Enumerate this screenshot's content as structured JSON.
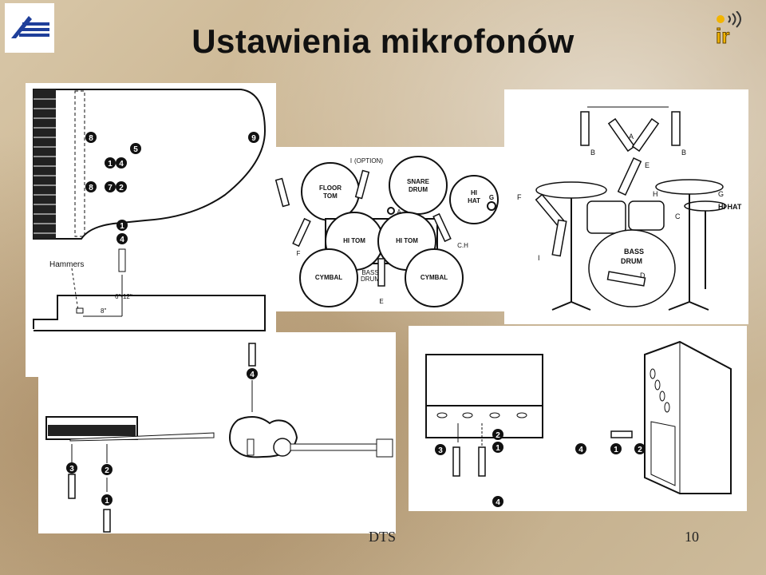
{
  "slide": {
    "title": "Ustawienia mikrofonów",
    "footer_left": "DTS",
    "page_number": "10"
  },
  "piano": {
    "hammers_label": "Hammers",
    "distance_label": "6\"-12\"",
    "depth_label": "8\"",
    "markers": [
      "8",
      "5",
      "1",
      "4",
      "8",
      "7",
      "2",
      "9",
      "1",
      "4"
    ]
  },
  "drums_top": {
    "labels": [
      "FLOOR",
      "TOM",
      "SNARE",
      "DRUM",
      "HI",
      "HAT",
      "G",
      "(OPTION)",
      "A",
      "HI TOM",
      "HI TOM",
      "C.H",
      "CYMBAL",
      "BASS",
      "DRUM",
      "CYMBAL",
      "F",
      "E",
      "I"
    ]
  },
  "drums_side": {
    "labels": [
      "A",
      "B",
      "B",
      "E",
      "F",
      "H",
      "G",
      "C",
      "HI HAT",
      "BASS",
      "DRUM",
      "D",
      "I"
    ]
  },
  "guitar": {
    "markers": [
      "3",
      "2",
      "1",
      "4"
    ]
  },
  "amps": {
    "markers": [
      "2",
      "3",
      "1",
      "4",
      "4",
      "1",
      "2"
    ]
  }
}
